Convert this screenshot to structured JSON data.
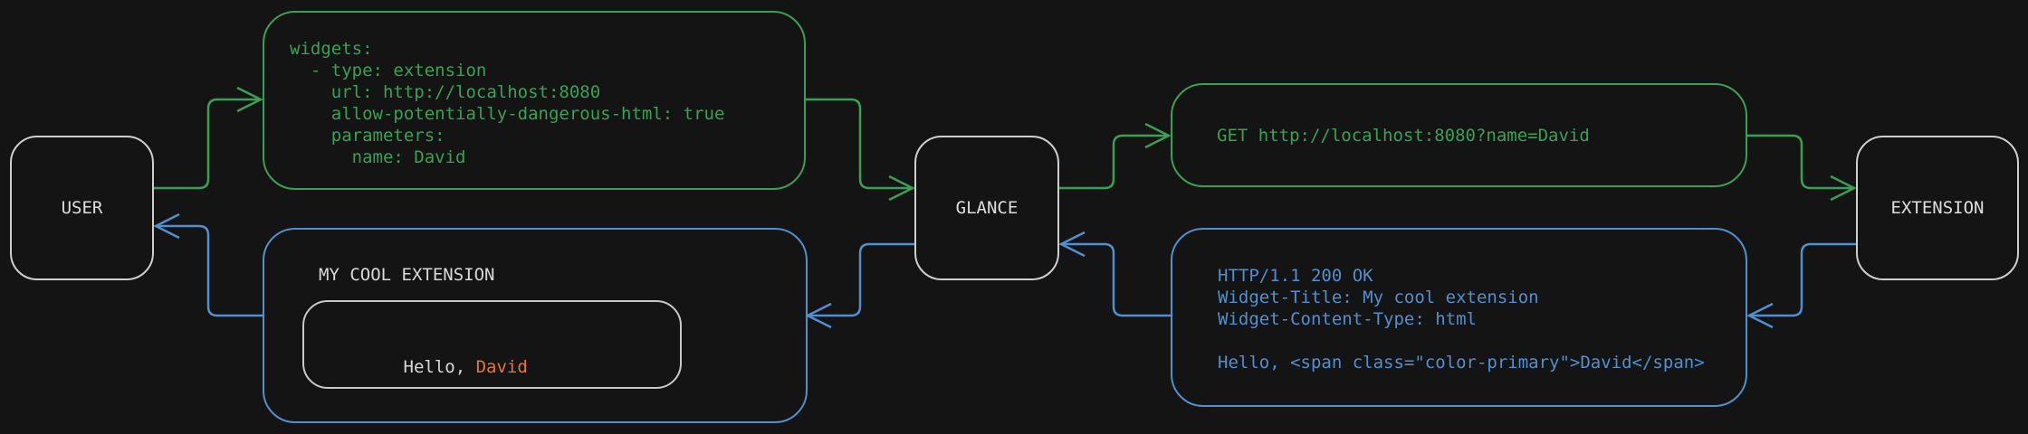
{
  "colors": {
    "background": "#141414",
    "request_green": "#38a156",
    "response_blue": "#5190d0",
    "accent_orange": "#e8762d",
    "node_border": "#cfcfcf",
    "node_text": "#dedede"
  },
  "nodes": {
    "user": "USER",
    "glance": "GLANCE",
    "extension": "EXTENSION"
  },
  "config_box": {
    "lines": [
      "widgets:",
      "  - type: extension",
      "    url: http://localhost:8080",
      "    allow-potentially-dangerous-html: true",
      "    parameters:",
      "      name: David"
    ]
  },
  "request_box": {
    "text": "GET http://localhost:8080?name=David"
  },
  "response_box": {
    "lines": [
      "HTTP/1.1 200 OK",
      "Widget-Title: My cool extension",
      "Widget-Content-Type: html",
      "",
      "Hello, <span class=\"color-primary\">David</span>"
    ]
  },
  "preview_box": {
    "title": "MY COOL EXTENSION",
    "greeting_prefix": "Hello, ",
    "greeting_name": "David"
  }
}
